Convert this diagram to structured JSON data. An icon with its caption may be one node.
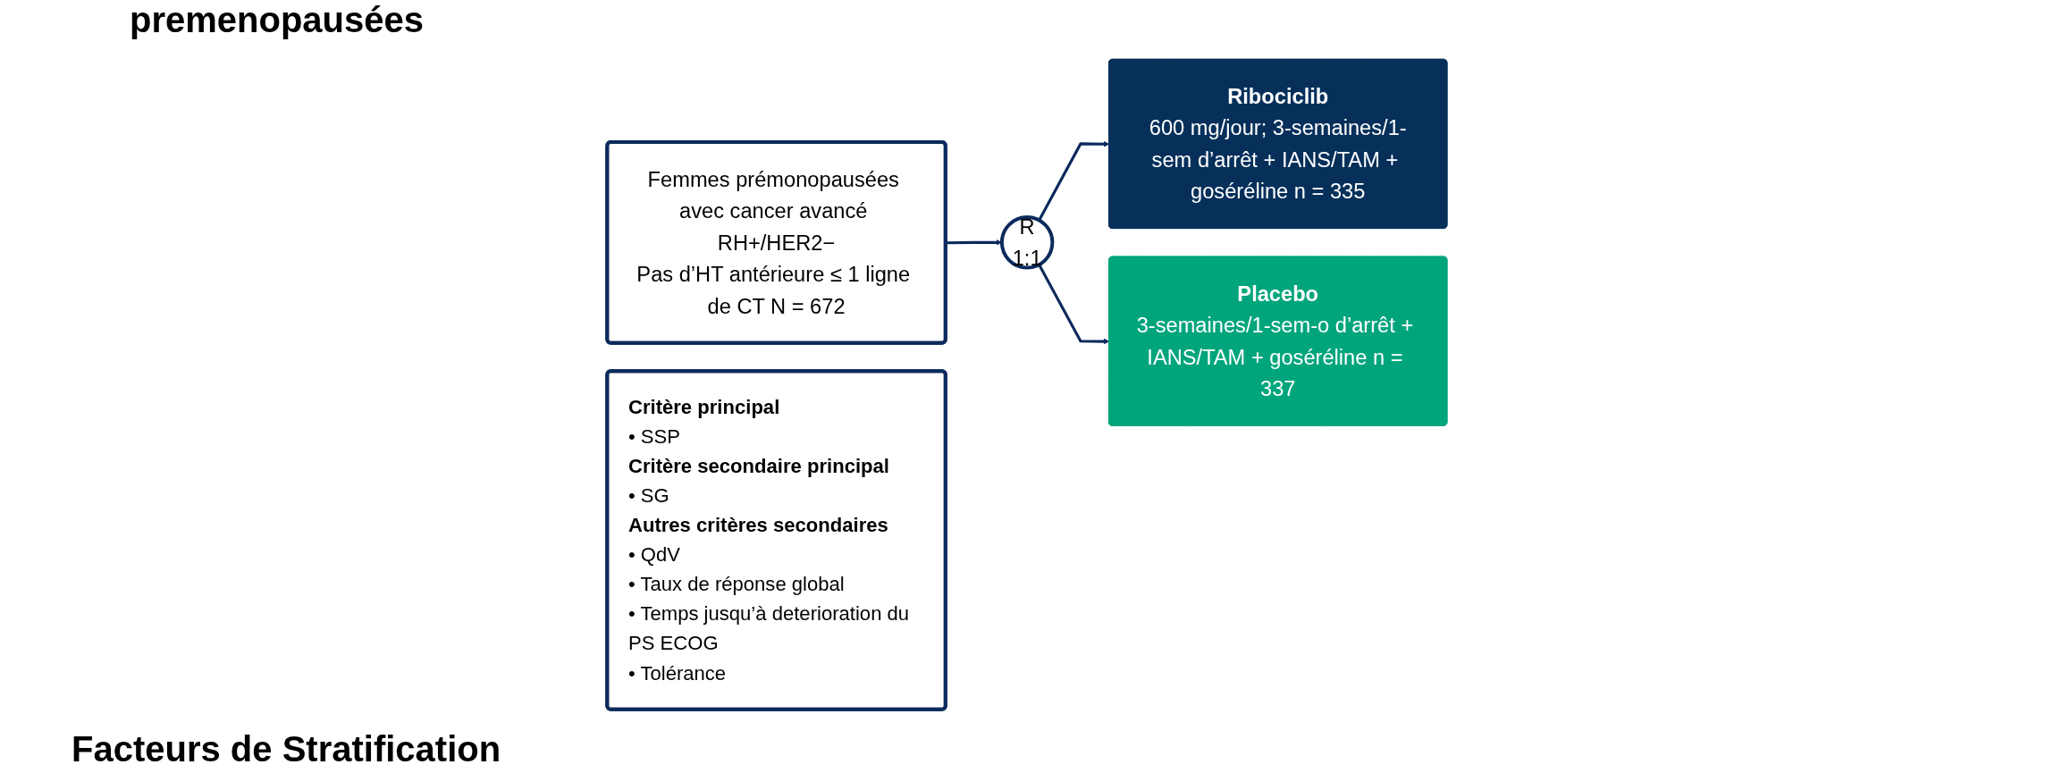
{
  "diagram": {
    "nodes": [
      {
        "text": [
          "Femmes prémonopausées avec cancer avancé RH+/HER2−",
          "Pas d’HT antérieure ≤ 1 ligne de CT N = 672"
        ]
      },
      {
        "text": [
          "R",
          "1:1"
        ]
      },
      {
        "text": [
          "Ribociclib",
          "600 mg/jour; 3-semaines/1-sem d’arrêt + IANS/TAM + goséréline n = 335"
        ]
      },
      {
        "text": [
          "Placebo",
          "3-semaines/1-sem-o d’arrêt + IANS/TAM + goséréline n = 337"
        ]
      },
      {
        "text": [
          "Critère principal",
          "• SSP",
          "Critère secondaire principal",
          "• SG",
          "Autres critères secondaires",
          "• QdV",
          "• Taux de réponse global",
          "• Temps jusqu’à deterioration du PS ECOG",
          "• Tolérance"
        ]
      }
    ],
    "edges": [
      {
        "from": 0,
        "to": 1,
        "arrow": "to"
      },
      {
        "from": 1,
        "to": 2,
        "arrow": "to"
      },
      {
        "from": 1,
        "to": 3,
        "arrow": "to"
      }
    ],
    "labels": [
      "premenopausées",
      "Facteurs de Stratification"
    ]
  }
}
